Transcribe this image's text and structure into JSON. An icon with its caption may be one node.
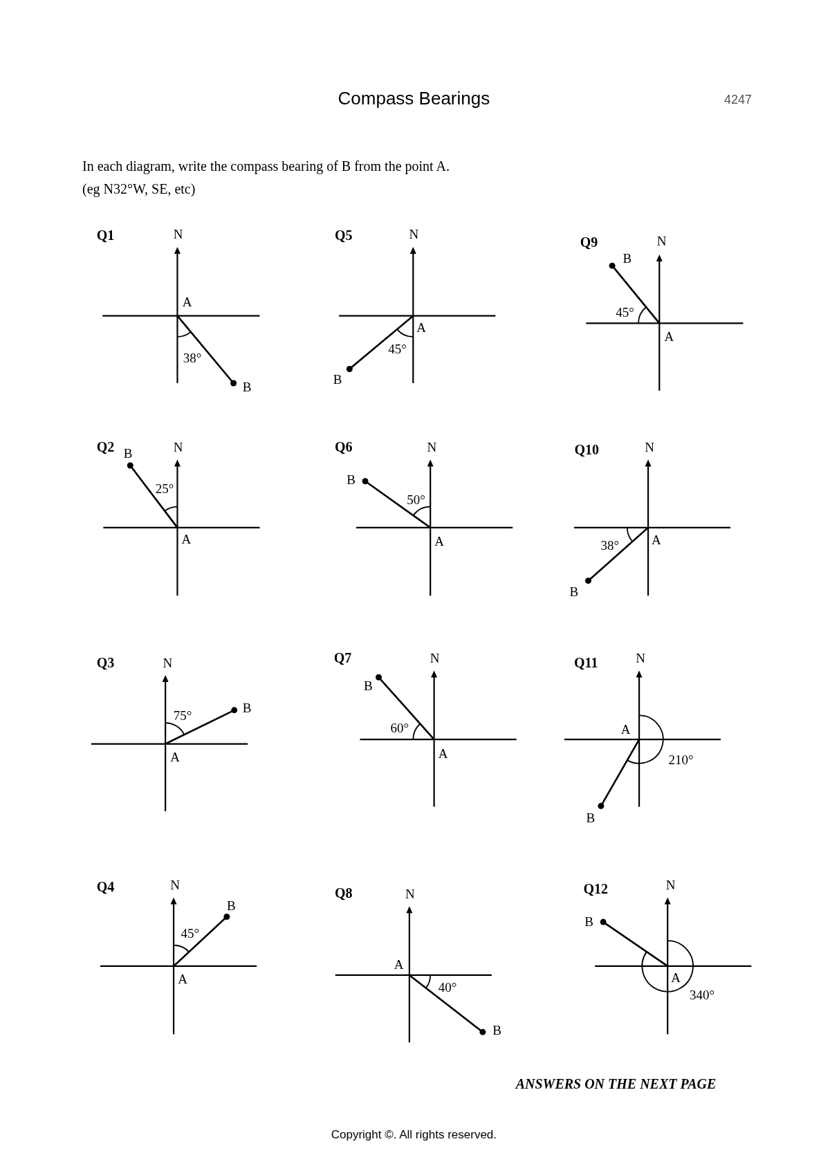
{
  "diagram": {
    "title": "Compass Bearings",
    "labels": [
      "4247",
      "In each diagram, write the compass bearing of B from the point A.",
      "(eg N32°W, SE, etc)",
      "Q1",
      "N",
      "A",
      "38°",
      "B",
      "Q5",
      "N",
      "A",
      "45°",
      "B",
      "Q9",
      "N",
      "A",
      "45°",
      "B",
      "Q2",
      "N",
      "A",
      "25°",
      "B",
      "Q6",
      "N",
      "A",
      "50°",
      "B",
      "Q10",
      "N",
      "A",
      "38°",
      "B",
      "Q3",
      "N",
      "A",
      "75°",
      "B",
      "Q7",
      "N",
      "A",
      "60°",
      "B",
      "Q11",
      "N",
      "A",
      "210°",
      "B",
      "Q4",
      "N",
      "A",
      "45°",
      "B",
      "Q8",
      "N",
      "A",
      "40°",
      "B",
      "Q12",
      "N",
      "A",
      "340°",
      "B",
      "ANSWERS ON THE NEXT PAGE",
      "Copyright ©. All rights reserved."
    ]
  }
}
